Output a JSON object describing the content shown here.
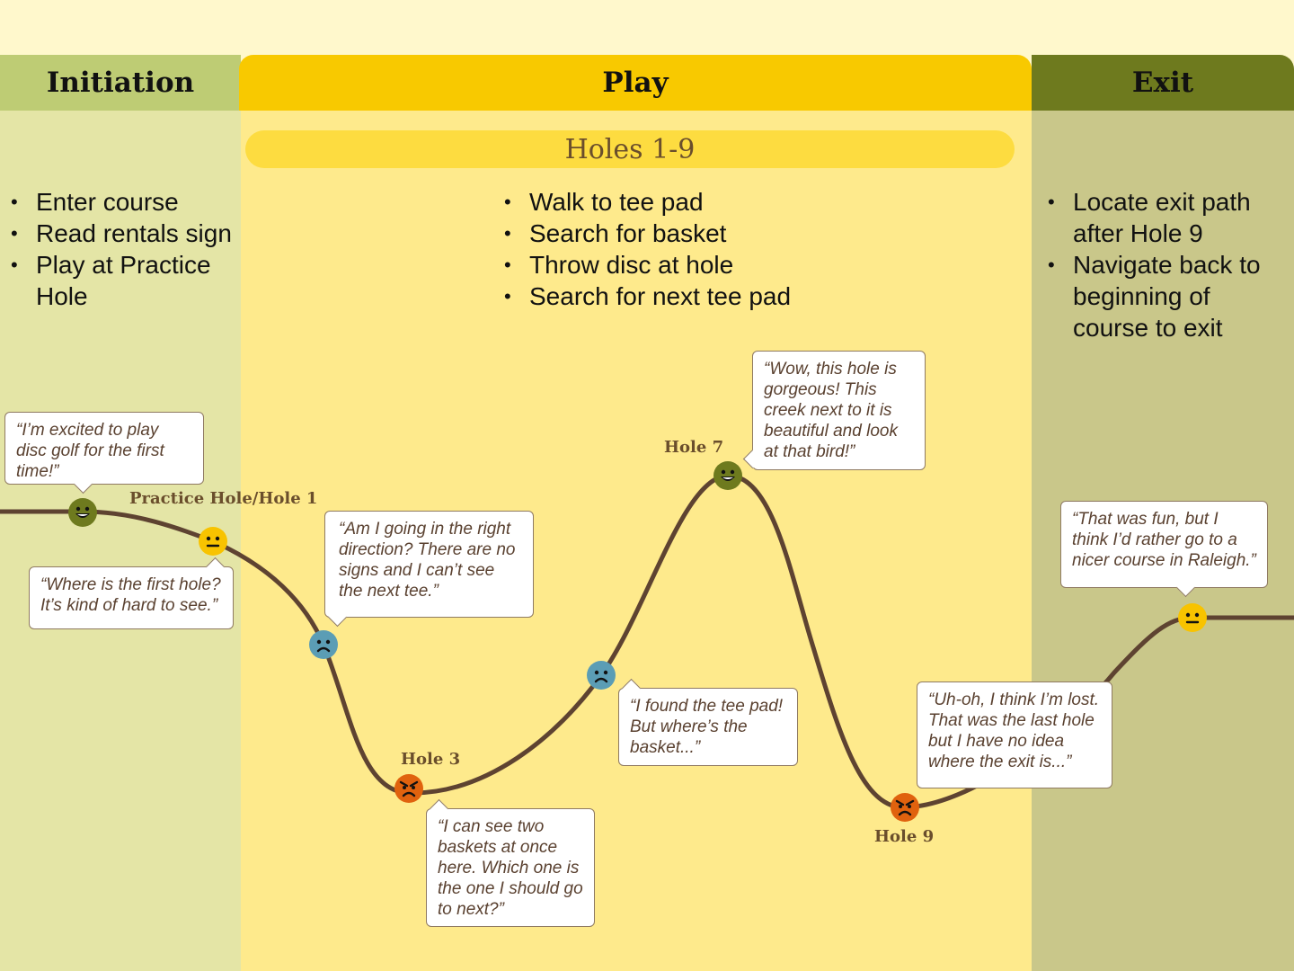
{
  "stages": {
    "initiation": "Initiation",
    "play": "Play",
    "exit": "Exit"
  },
  "play_subheader": "Holes 1-9",
  "tasks": {
    "initiation": [
      "Enter course",
      "Read rentals sign",
      "Play at Practice Hole"
    ],
    "play": [
      "Walk to tee pad",
      "Search for basket",
      "Throw disc at hole",
      "Search for next tee pad"
    ],
    "exit": [
      "Locate exit path after Hole 9",
      "Navigate back to beginning of course to exit"
    ]
  },
  "points": [
    {
      "emotion": "happy",
      "label": "",
      "quote": "“I’m excited to play disc golf for the first time!”"
    },
    {
      "emotion": "neutral",
      "label": "Practice Hole/Hole 1",
      "quote": "“Where is the first hole? It’s kind of hard to see.”"
    },
    {
      "emotion": "sad",
      "label": "",
      "quote": "“Am I going in the right direction? There are no signs and I can’t see the next tee.”"
    },
    {
      "emotion": "angry",
      "label": "Hole 3",
      "quote": "“I can see two baskets at once here. Which one is the one I should go to next?”"
    },
    {
      "emotion": "sad",
      "label": "",
      "quote": "“I found the tee pad! But where’s the basket...”"
    },
    {
      "emotion": "happy",
      "label": "Hole 7",
      "quote": "“Wow, this hole is gorgeous! This creek next to it is beautiful and look at that bird!”"
    },
    {
      "emotion": "angry",
      "label": "Hole 9",
      "quote": "“Uh-oh, I think I’m lost. That was the last hole but I have no idea where the exit is...”"
    },
    {
      "emotion": "neutral",
      "label": "",
      "quote": "“That was fun, but I think I’d rather go to a nicer course in Raleigh.”"
    }
  ],
  "colors": {
    "happy": "#6E7A1E",
    "neutral": "#F8C300",
    "sad": "#5B9DB5",
    "angry": "#E0620E",
    "line": "#5E4331"
  }
}
